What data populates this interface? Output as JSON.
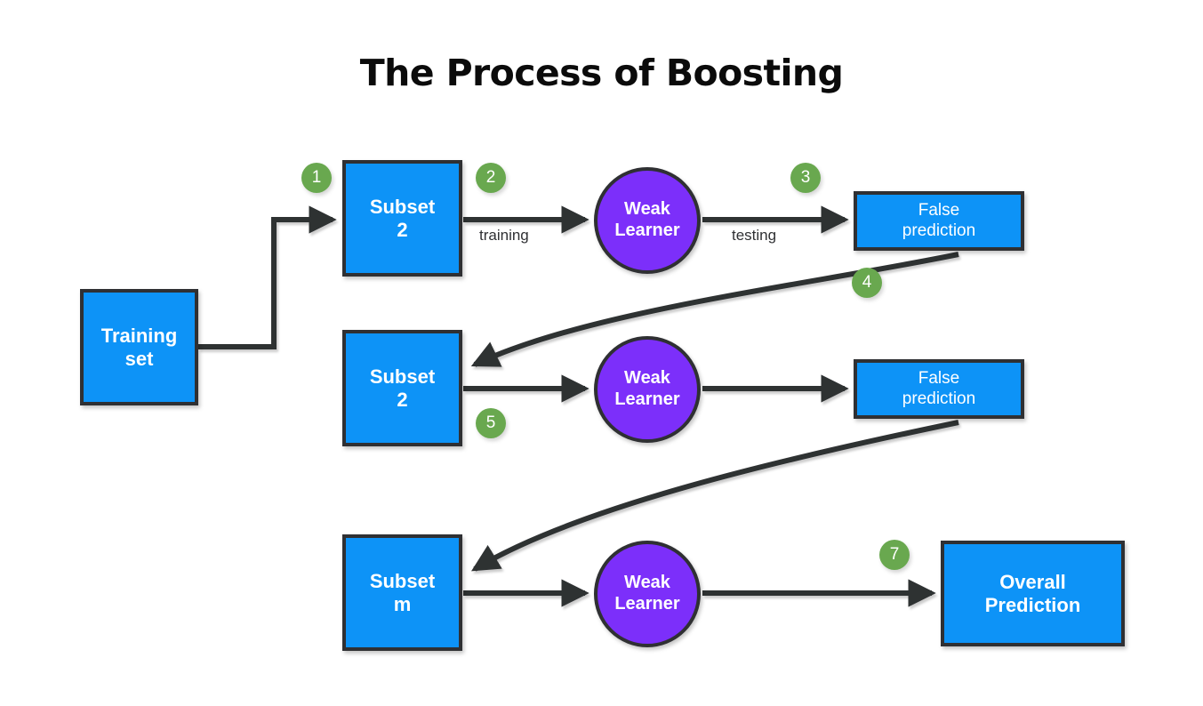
{
  "title": "The Process of Boosting",
  "colors": {
    "box_fill": "#0d93f7",
    "circle_fill": "#7c2ffa",
    "badge_fill": "#69a84f",
    "stroke": "#2f3033",
    "text_on_fill": "#ffffff",
    "background": "#ffffff"
  },
  "nodes": {
    "training_set": {
      "line1": "Training",
      "line2": "set"
    },
    "subset_1": {
      "line1": "Subset",
      "line2": "2"
    },
    "subset_2": {
      "line1": "Subset",
      "line2": "2"
    },
    "subset_m": {
      "line1": "Subset",
      "line2": "m"
    },
    "learner_1": {
      "line1": "Weak",
      "line2": "Learner"
    },
    "learner_2": {
      "line1": "Weak",
      "line2": "Learner"
    },
    "learner_3": {
      "line1": "Weak",
      "line2": "Learner"
    },
    "false_pred_1": {
      "line1": "False",
      "line2": "prediction"
    },
    "false_pred_2": {
      "line1": "False",
      "line2": "prediction"
    },
    "overall_pred": {
      "line1": "Overall",
      "line2": "Prediction"
    }
  },
  "steps": [
    {
      "id": "step-1",
      "label": "1"
    },
    {
      "id": "step-2",
      "label": "2"
    },
    {
      "id": "step-3",
      "label": "3"
    },
    {
      "id": "step-4",
      "label": "4"
    },
    {
      "id": "step-5",
      "label": "5"
    },
    {
      "id": "step-7",
      "label": "7"
    }
  ],
  "edge_labels": {
    "training": "training",
    "testing": "testing"
  }
}
